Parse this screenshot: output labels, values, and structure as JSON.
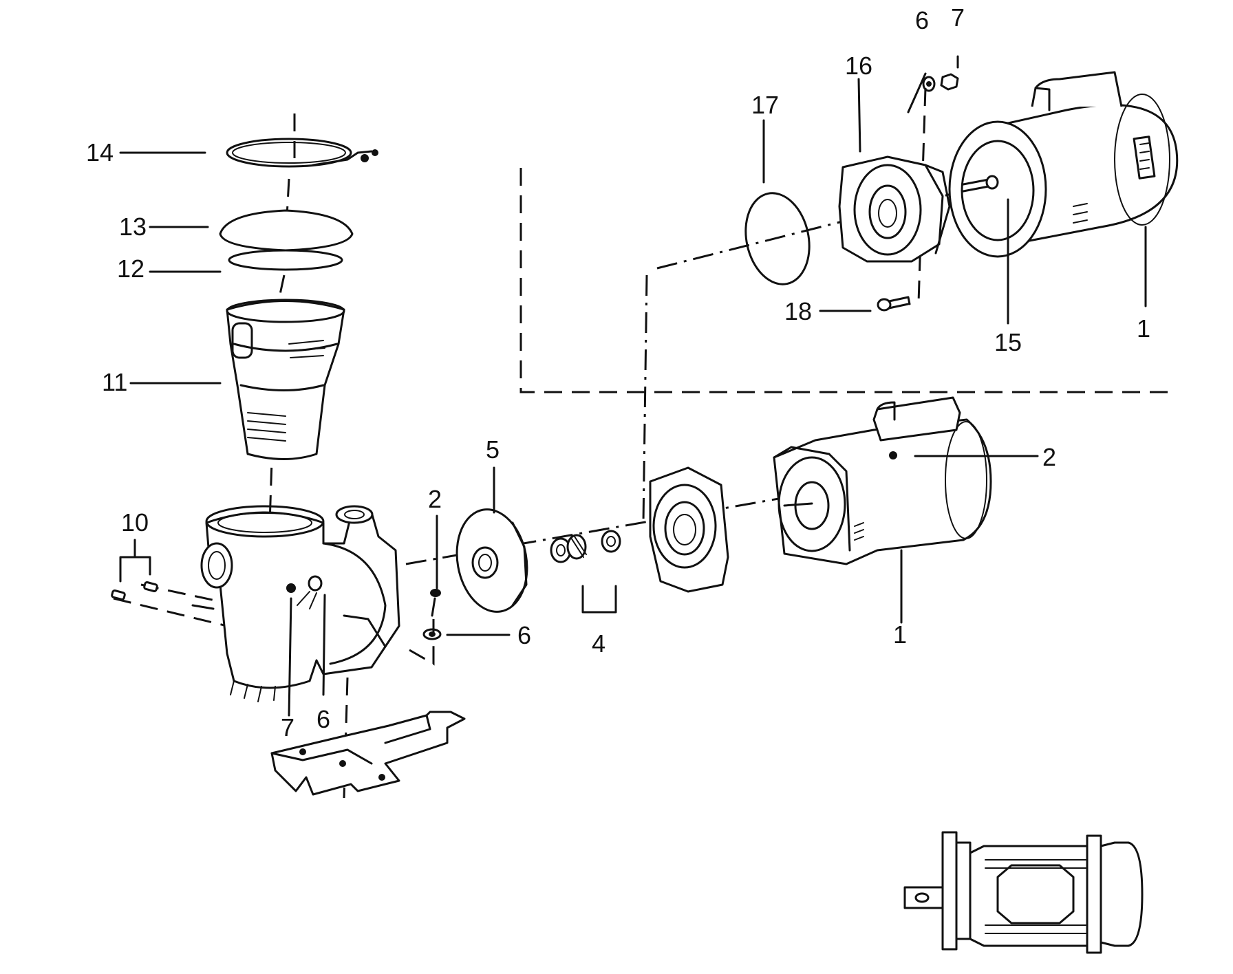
{
  "callouts": {
    "c1_upper": "1",
    "c1_lower": "1",
    "c2_upper": "2",
    "c2_lower": "2",
    "c4": "4",
    "c5": "5",
    "c6_top": "6",
    "c6_mid": "6",
    "c6_left": "6",
    "c7_top": "7",
    "c7_left": "7",
    "c10": "10",
    "c11": "11",
    "c12": "12",
    "c13": "13",
    "c14": "14",
    "c15": "15",
    "c16": "16",
    "c17": "17",
    "c18": "18"
  },
  "colors": {
    "ink": "#111111",
    "paper": "#ffffff"
  }
}
